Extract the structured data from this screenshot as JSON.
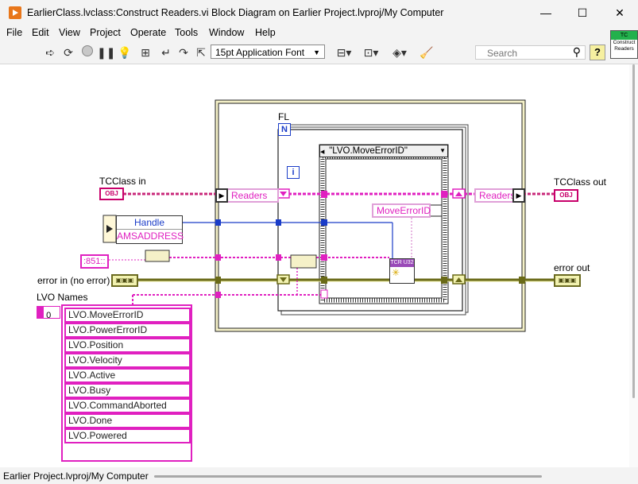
{
  "window": {
    "title": "EarlierClass.lvclass:Construct Readers.vi Block Diagram on Earlier Project.lvproj/My Computer",
    "minimize_glyph": "—",
    "maximize_glyph": "☐",
    "close_glyph": "✕"
  },
  "menu": [
    "File",
    "Edit",
    "View",
    "Project",
    "Operate",
    "Tools",
    "Window",
    "Help"
  ],
  "toolbar": {
    "font_ring": "15pt Application Font",
    "search_placeholder": "Search",
    "help_label": "?"
  },
  "connector_pane": {
    "top": "TC",
    "bottom1": "Construct",
    "bottom2": "Readers"
  },
  "diagram": {
    "tcclass_in": "TCClass in",
    "tcclass_out": "TCClass out",
    "obj_label": "OBJ",
    "error_in": "error in (no error)",
    "error_out": "error out",
    "handle_title": "Handle",
    "handle_field": "AMSADDRESS",
    "port_constant": ":851::",
    "lvo_names_label": "LVO Names",
    "array_index": "0",
    "fl_label": "FL",
    "loop_count": "N",
    "loop_iteration": "i",
    "case_selector": "\"LVO.MoveErrorID\"",
    "readers_left": "Readers",
    "readers_right": "Readers",
    "move_error_id": "MoveErrorID",
    "tcr_label": "TCR U32",
    "lvo_names": [
      "LVO.MoveErrorID",
      "LVO.PowerErrorID",
      "LVO.Position",
      "LVO.Velocity",
      "LVO.Active",
      "LVO.Busy",
      "LVO.CommandAborted",
      "LVO.Done",
      "LVO.Powered"
    ]
  },
  "status": {
    "project": "Earlier Project.lvproj/My Computer"
  }
}
